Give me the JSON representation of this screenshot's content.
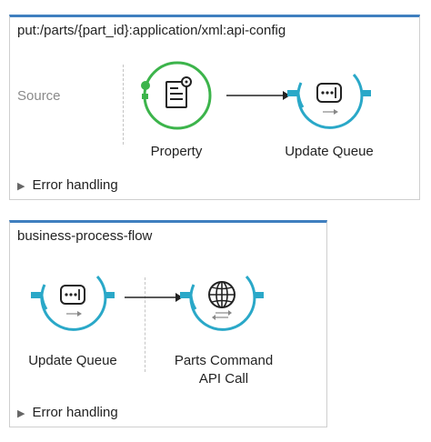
{
  "flows": [
    {
      "title": "put:/parts/{part_id}:application/xml:api-config",
      "source_label": "Source",
      "nodes": [
        {
          "label": "Property",
          "icon": "property-document-icon"
        },
        {
          "label": "Update Queue",
          "icon": "queue-message-icon"
        }
      ],
      "error_handling": "Error handling"
    },
    {
      "title": "business-process-flow",
      "nodes": [
        {
          "label": "Update Queue",
          "icon": "queue-message-icon"
        },
        {
          "label": "Parts Command\nAPI Call",
          "label_line1": "Parts Command",
          "label_line2": "API Call",
          "icon": "globe-icon"
        }
      ],
      "error_handling": "Error handling"
    }
  ],
  "colors": {
    "flow_border_accent": "#3f7fbf",
    "property_green": "#3cb44b",
    "queue_blue": "#2aa8c8",
    "text": "#222222",
    "muted_text": "#8a8a8a"
  }
}
